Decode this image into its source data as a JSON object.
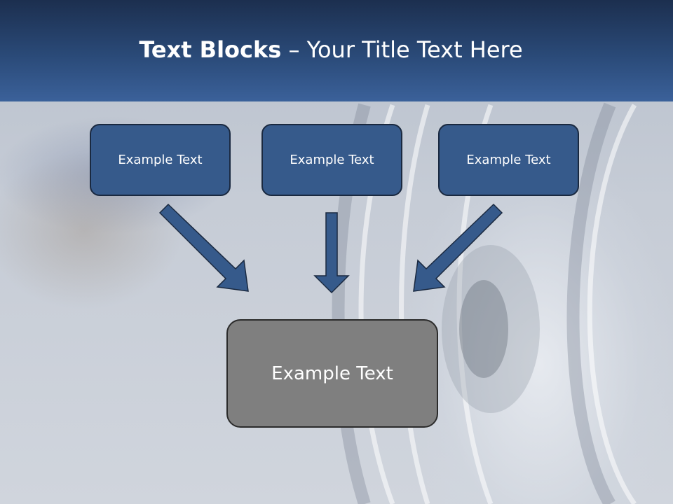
{
  "slide": {
    "title_bold": "Text Blocks",
    "title_rest": " – Your Title Text Here"
  },
  "blocks": [
    {
      "label": "Example Text"
    },
    {
      "label": "Example Text"
    },
    {
      "label": "Example Text"
    }
  ],
  "result": {
    "label": "Example Text"
  },
  "colors": {
    "header_top": "#1c2f4f",
    "header_bottom": "#3b619a",
    "block_fill": "#365a8b",
    "block_border": "#1a2940",
    "result_fill": "#7f7f7f",
    "arrow_fill": "#365a8b"
  }
}
